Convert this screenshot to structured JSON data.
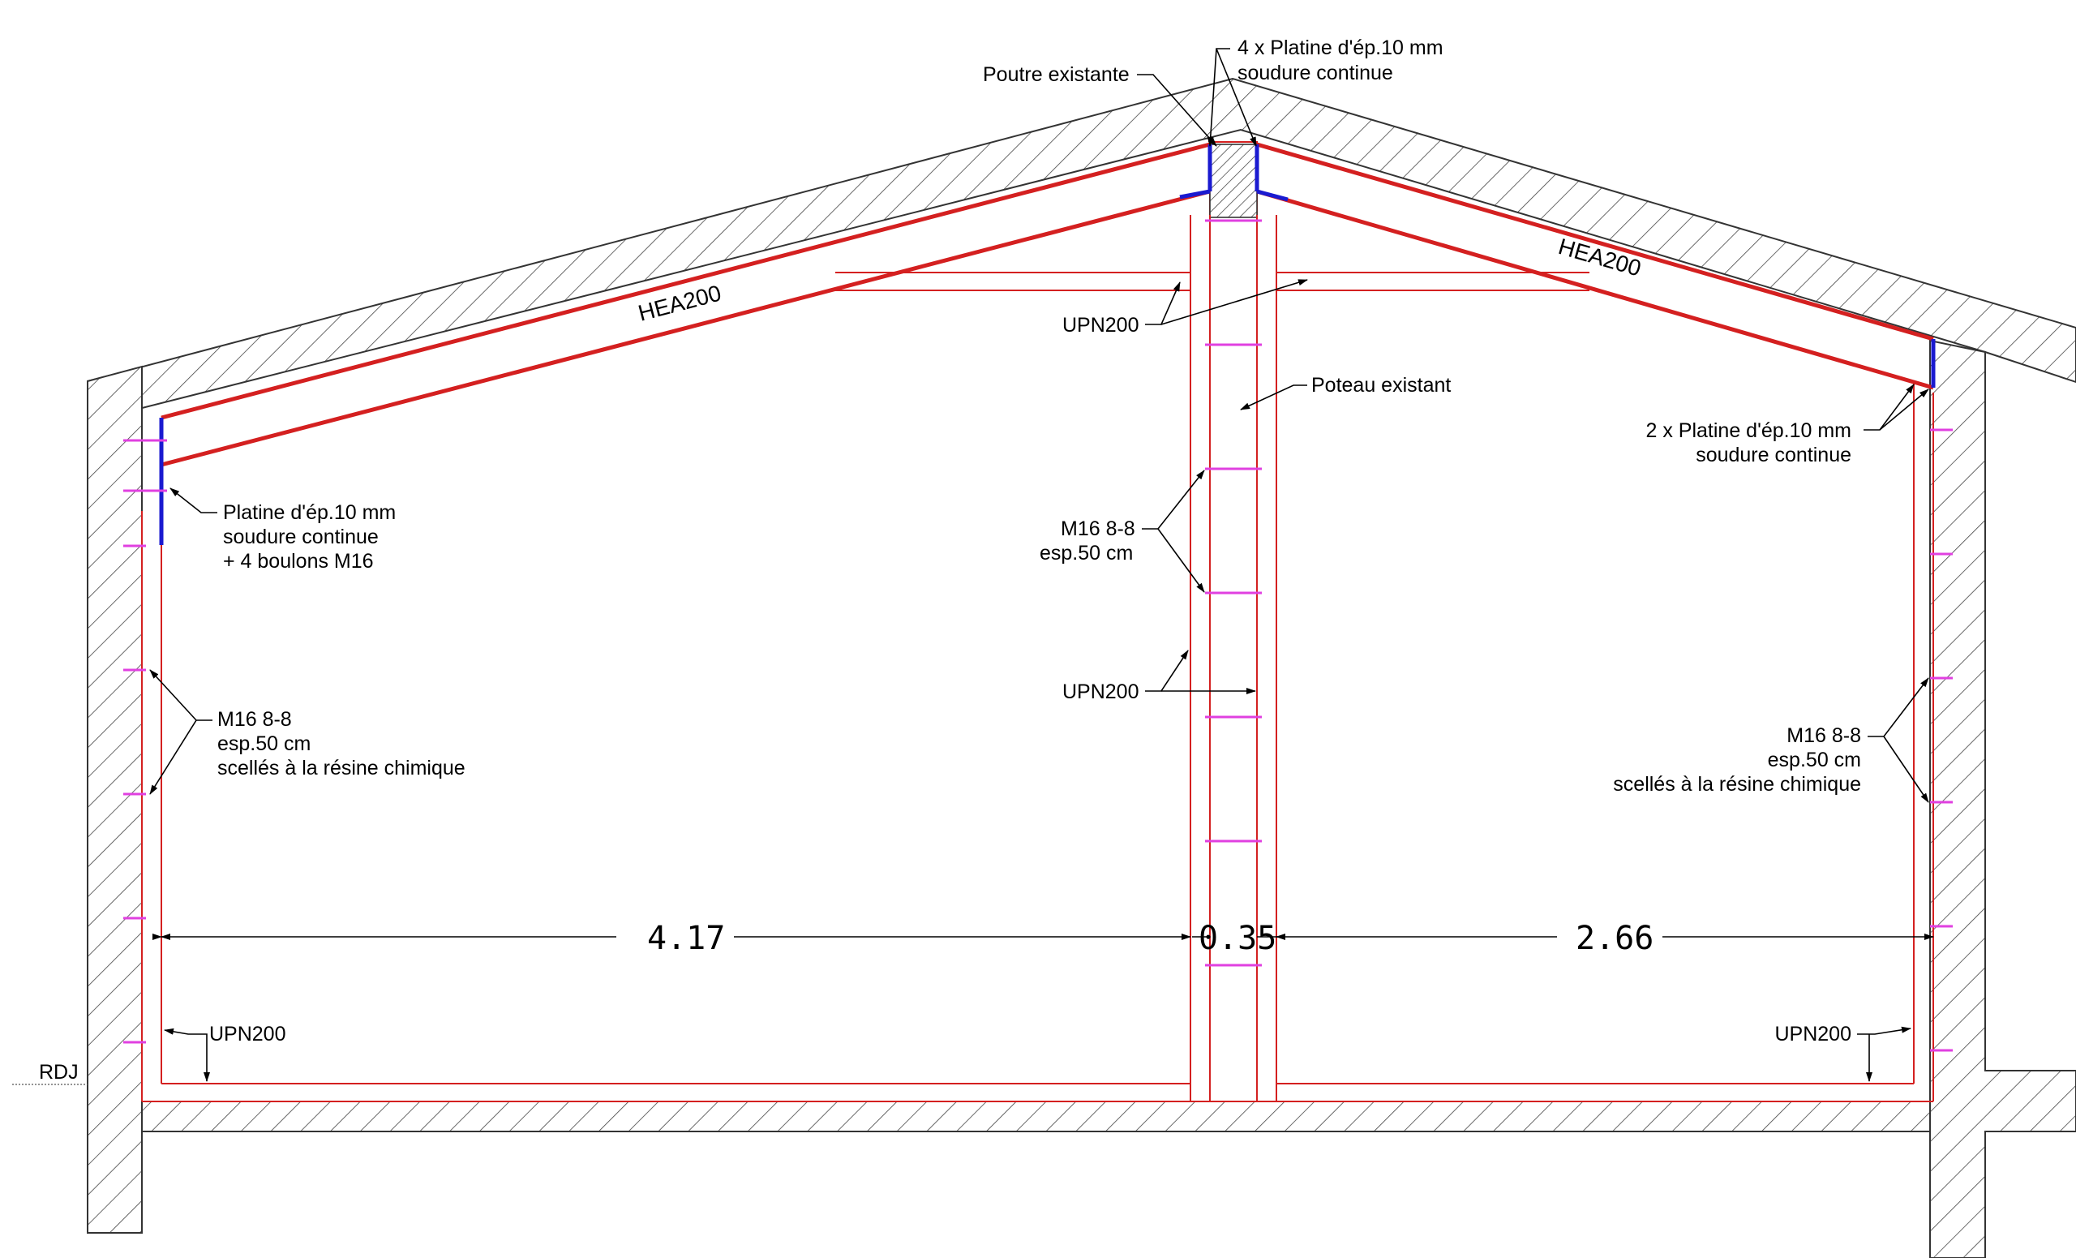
{
  "drawing": {
    "level_label": "RDJ",
    "beam_left_label": "HEA200",
    "beam_right_label": "HEA200",
    "existing_beam_label": "Poutre existante",
    "top_plates_line1": "4 x Platine d'ép.10 mm",
    "top_plates_line2": "soudure continue",
    "upn_top_label": "UPN200",
    "existing_post_label": "Poteau existant",
    "right_plates_line1": "2 x Platine d'ép.10 mm",
    "right_plates_line2": "soudure continue",
    "left_plate_line1": "Platine d'ép.10 mm",
    "left_plate_line2": "soudure continue",
    "left_plate_line3": "+ 4 boulons M16",
    "center_bolts_line1": "M16 8-8",
    "center_bolts_line2": "esp.50 cm",
    "upn_center_label": "UPN200",
    "left_bolts_line1": "M16 8-8",
    "left_bolts_line2": "esp.50 cm",
    "left_bolts_line3": "scellés à la résine chimique",
    "right_bolts_line1": "M16 8-8",
    "right_bolts_line2": "esp.50 cm",
    "right_bolts_line3": "scellés à la résine chimique",
    "upn_left_bottom_label": "UPN200",
    "upn_right_bottom_label": "UPN200",
    "dim_left": "4.17",
    "dim_center": "0.35",
    "dim_right": "2.66",
    "colors": {
      "steel": "#d42020",
      "plate": "#1a1ad0",
      "bolt": "#e040e0",
      "wall_outline": "#333333"
    }
  }
}
